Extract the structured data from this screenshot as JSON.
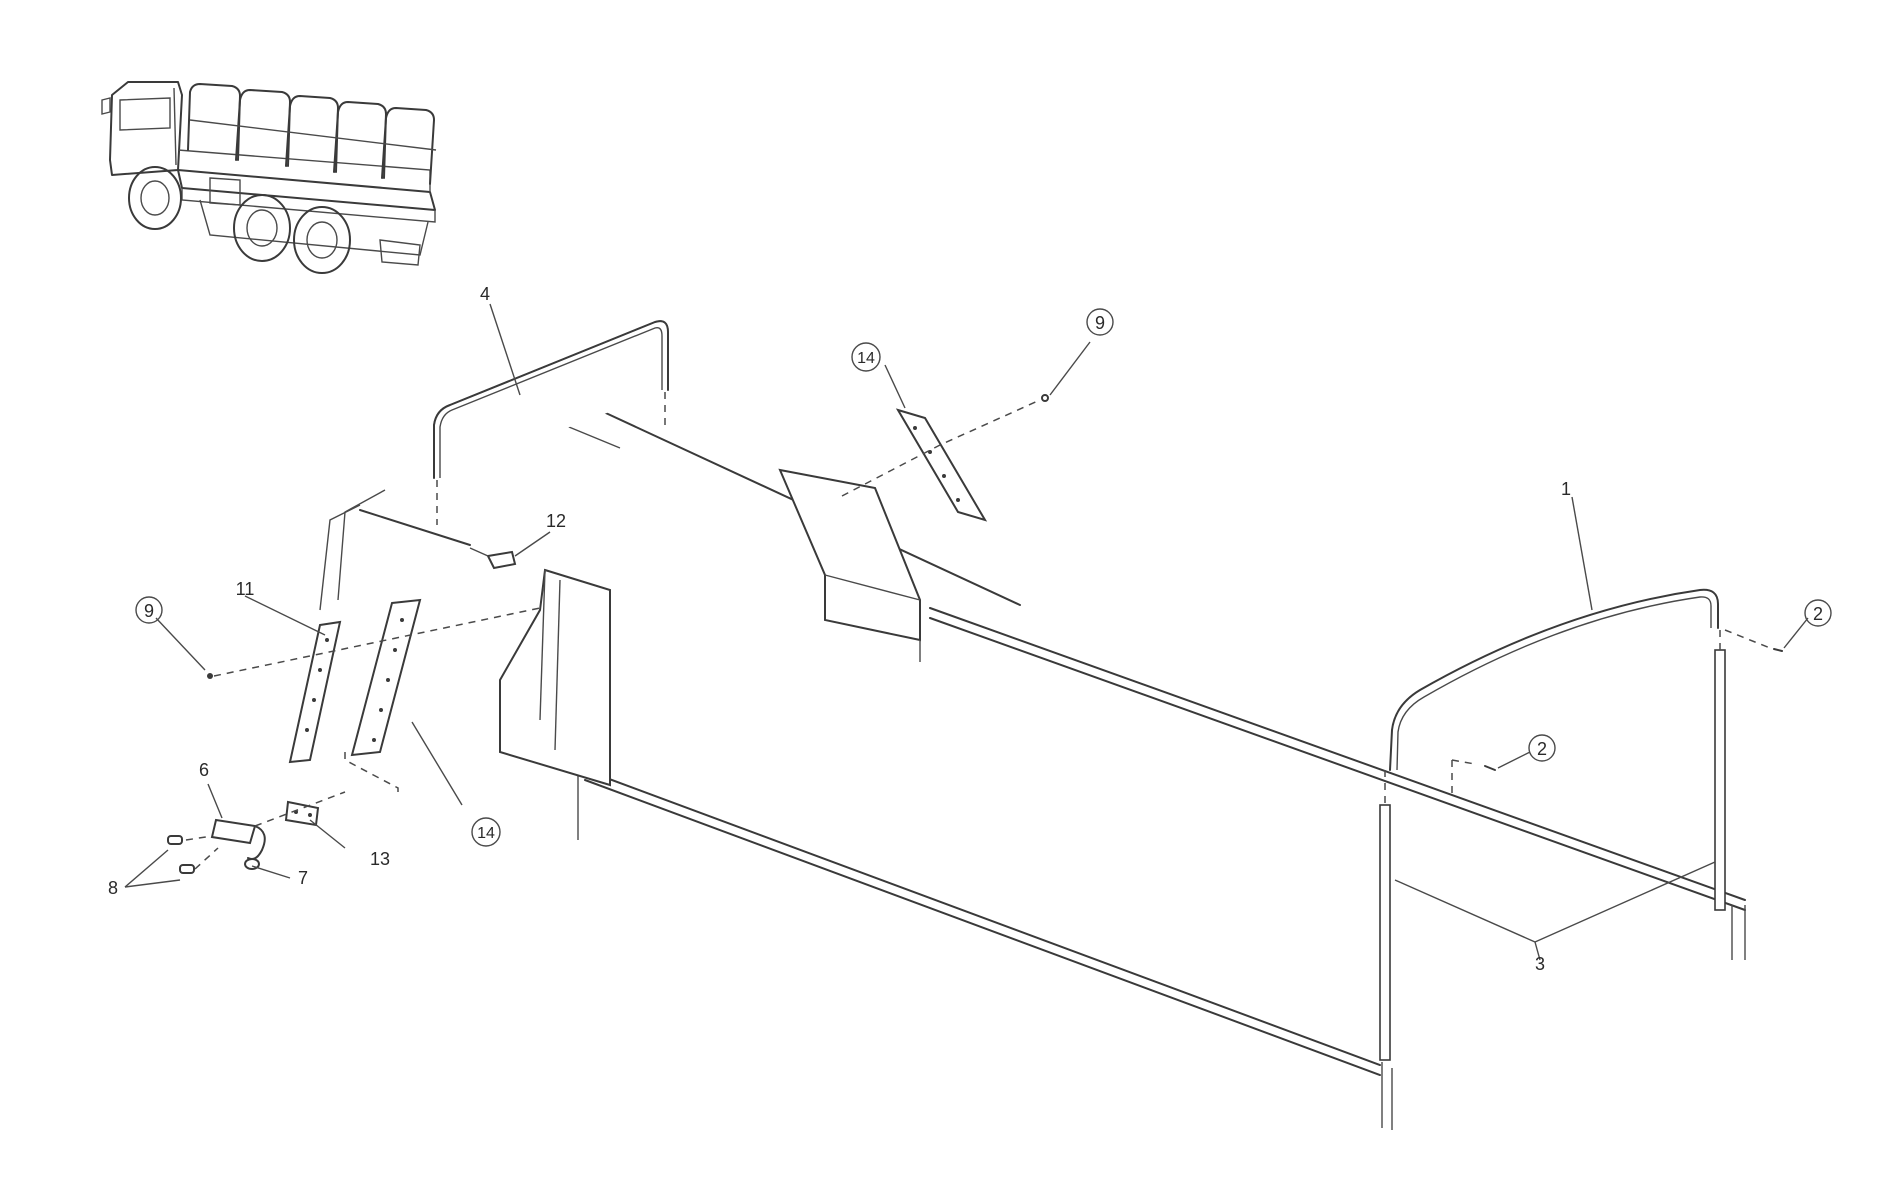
{
  "diagram": {
    "callouts": [
      {
        "id": "1",
        "text": "1",
        "circled": false
      },
      {
        "id": "2a",
        "text": "2",
        "circled": true
      },
      {
        "id": "2b",
        "text": "2",
        "circled": true
      },
      {
        "id": "3",
        "text": "3",
        "circled": false
      },
      {
        "id": "4",
        "text": "4",
        "circled": false
      },
      {
        "id": "6",
        "text": "6",
        "circled": false
      },
      {
        "id": "7",
        "text": "7",
        "circled": false
      },
      {
        "id": "8",
        "text": "8",
        "circled": false
      },
      {
        "id": "9a",
        "text": "9",
        "circled": true
      },
      {
        "id": "9b",
        "text": "9",
        "circled": true
      },
      {
        "id": "11",
        "text": "11",
        "circled": false
      },
      {
        "id": "12",
        "text": "12",
        "circled": false
      },
      {
        "id": "13",
        "text": "13",
        "circled": false
      },
      {
        "id": "14a",
        "text": "14",
        "circled": true
      },
      {
        "id": "14b",
        "text": "14",
        "circled": true
      }
    ],
    "line_color": "#3a3a3a",
    "background": "#ffffff"
  }
}
